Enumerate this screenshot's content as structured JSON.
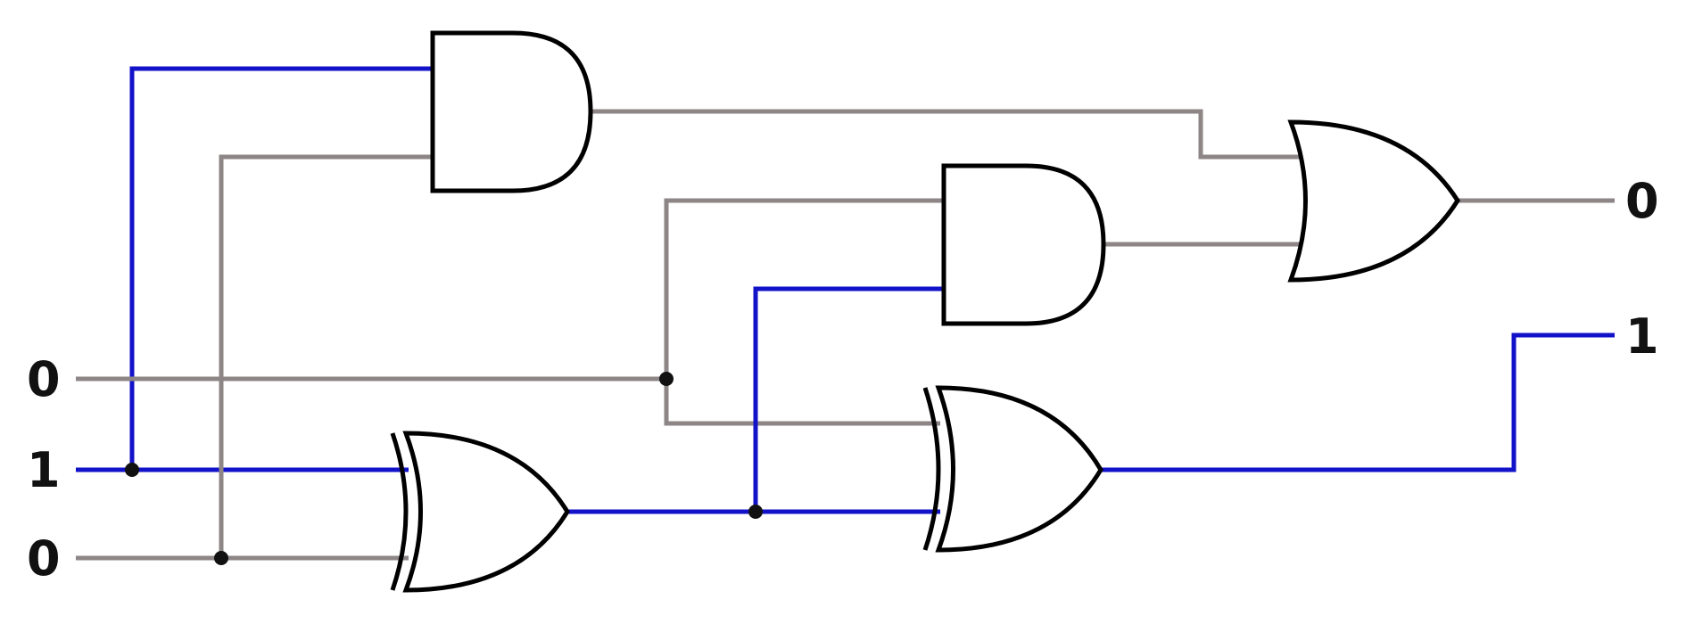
{
  "colors": {
    "high": "#1212c8",
    "low": "#8e8686",
    "gate_stroke": "#000000"
  },
  "inputs": [
    {
      "id": "in-a",
      "value": "0",
      "wire_state": "low"
    },
    {
      "id": "in-b",
      "value": "1",
      "wire_state": "high"
    },
    {
      "id": "in-cin",
      "value": "0",
      "wire_state": "low"
    }
  ],
  "outputs": [
    {
      "id": "out-carry",
      "value": "0",
      "wire_state": "low"
    },
    {
      "id": "out-sum",
      "value": "1",
      "wire_state": "high"
    }
  ],
  "gates": [
    {
      "id": "and-top",
      "kind": "and"
    },
    {
      "id": "and-middle",
      "kind": "and"
    },
    {
      "id": "or-carry",
      "kind": "or"
    },
    {
      "id": "xor-first",
      "kind": "xor"
    },
    {
      "id": "xor-second",
      "kind": "xor"
    }
  ]
}
